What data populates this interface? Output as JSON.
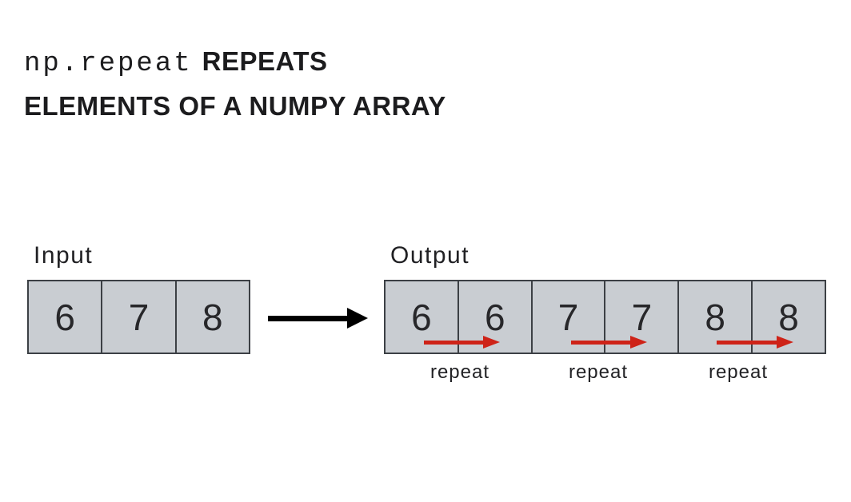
{
  "title": {
    "code": "np.repeat",
    "line1_rest": "REPEATS",
    "line2": "ELEMENTS OF A NUMPY ARRAY"
  },
  "input": {
    "label": "Input",
    "values": [
      "6",
      "7",
      "8"
    ]
  },
  "output": {
    "label": "Output",
    "values": [
      "6",
      "6",
      "7",
      "7",
      "8",
      "8"
    ]
  },
  "annotations": {
    "repeat_labels": [
      "repeat",
      "repeat",
      "repeat"
    ]
  },
  "icons": {
    "transform_arrow": "black-right-arrow",
    "repeat_arrows": [
      "red-right-arrow",
      "red-right-arrow",
      "red-right-arrow"
    ]
  },
  "colors": {
    "background": "#ffffff",
    "cell_background": "#c9cdd2",
    "cell_border": "#3c4045",
    "repeat_arrow_red": "#ce2318",
    "transform_arrow_black": "#000000",
    "text": "#1c1c1e"
  }
}
